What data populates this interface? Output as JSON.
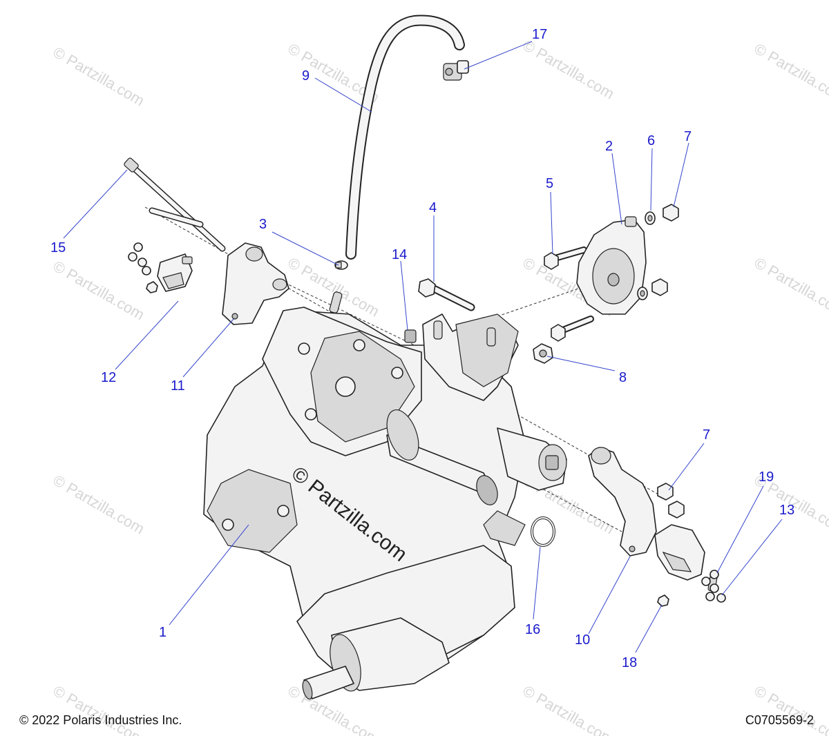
{
  "callouts": [
    "1",
    "2",
    "3",
    "4",
    "5",
    "6",
    "7",
    "7",
    "8",
    "9",
    "10",
    "11",
    "12",
    "13",
    "14",
    "15",
    "16",
    "17",
    "18",
    "19"
  ],
  "watermark": {
    "small": "© Partzilla.com",
    "center": "© Partzilla.com"
  },
  "footer": {
    "copyright": "© 2022 Polaris Industries Inc.",
    "drawing_number": "C0705569-2"
  }
}
